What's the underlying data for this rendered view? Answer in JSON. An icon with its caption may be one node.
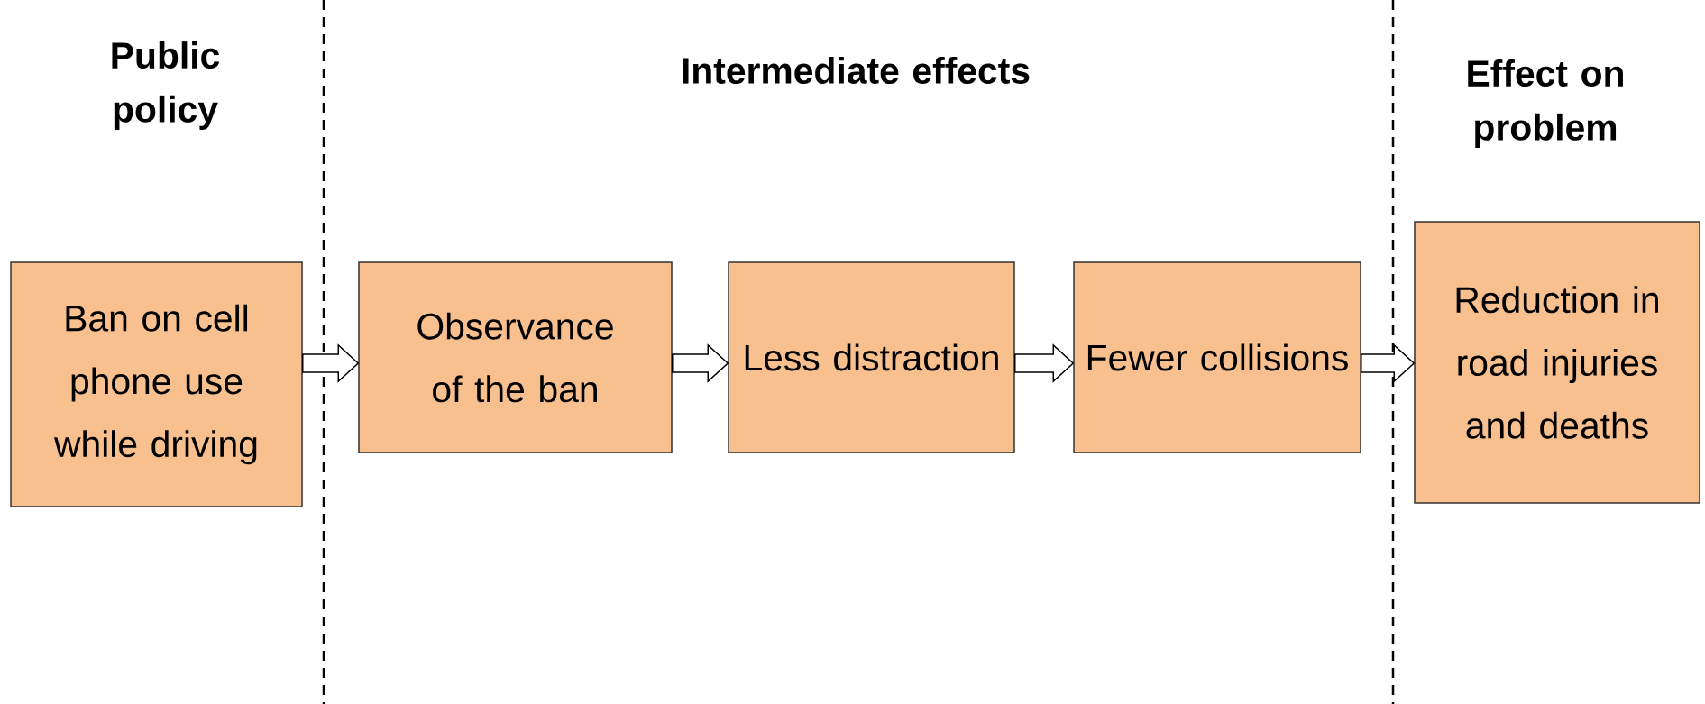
{
  "diagram": {
    "nodes": [
      {
        "text": [
          "Ban on cell phone use while driving"
        ]
      },
      {
        "text": [
          "Observance of the ban"
        ]
      },
      {
        "text": [
          "Less distraction"
        ]
      },
      {
        "text": [
          "Fewer collisions"
        ]
      },
      {
        "text": [
          "Reduction in road injuries and deaths"
        ]
      }
    ],
    "edges": [
      {
        "from": 0,
        "to": 1,
        "arrow": "to"
      },
      {
        "from": 1,
        "to": 2,
        "arrow": "to"
      },
      {
        "from": 2,
        "to": 3,
        "arrow": "to"
      },
      {
        "from": 3,
        "to": 4,
        "arrow": "to"
      }
    ],
    "labels": [
      "Public policy",
      "Intermediate effects",
      "Effect on problem"
    ]
  }
}
